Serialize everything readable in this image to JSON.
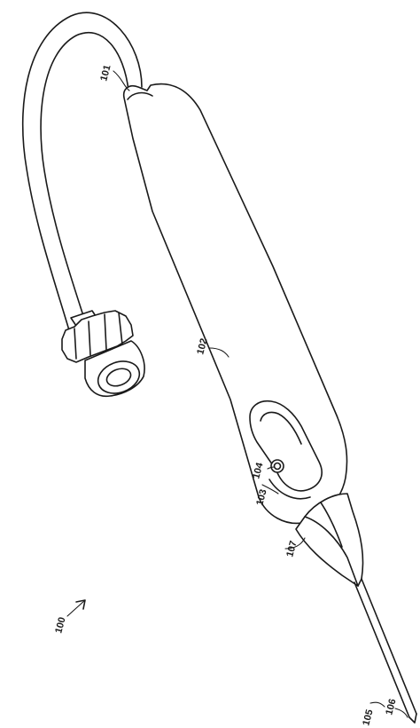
{
  "labels": {
    "tube": "101",
    "handle": "102",
    "window": "103",
    "port": "104",
    "needle": "105",
    "tip": "106",
    "nose": "107",
    "assembly": "100"
  }
}
